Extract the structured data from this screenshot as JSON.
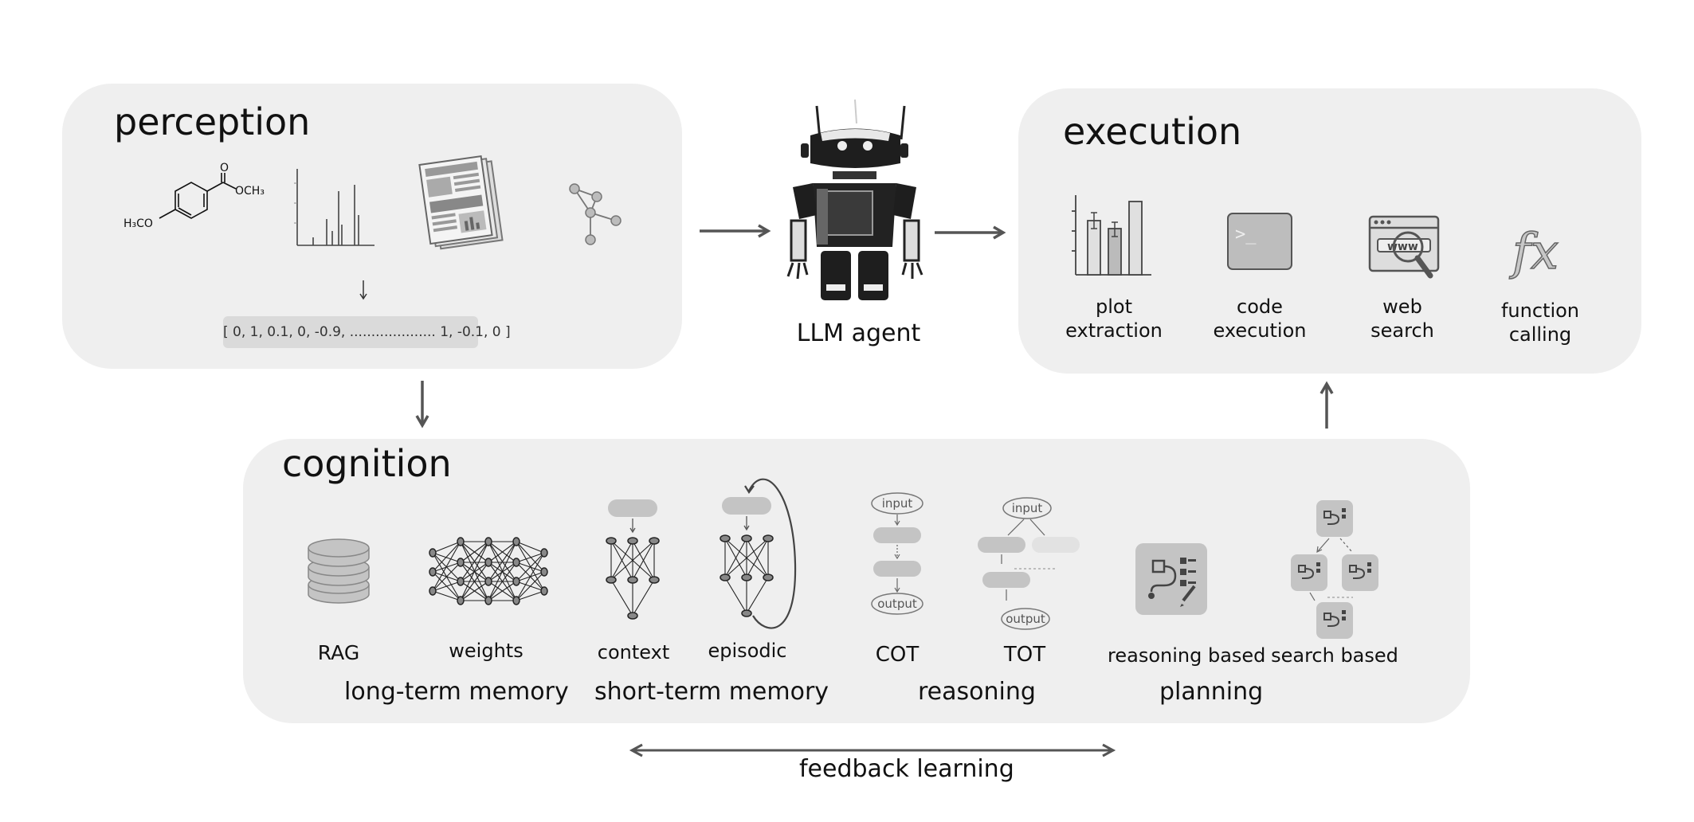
{
  "perception": {
    "title": "perception",
    "vector": "[ 0, 1, 0.1, 0, -0.9, .................... 1, -0.1, 0 ]",
    "molecule": {
      "left": "H₃CO",
      "right": "OCH₃",
      "oxygen": "O"
    }
  },
  "agent": {
    "label": "LLM agent"
  },
  "execution": {
    "title": "execution",
    "items": [
      {
        "line1": "plot",
        "line2": "extraction"
      },
      {
        "line1": "code",
        "line2": "execution"
      },
      {
        "line1": "web",
        "line2": "search"
      },
      {
        "line1": "function",
        "line2": "calling"
      }
    ],
    "terminal_prompt": ">_",
    "web_text": "www",
    "fx_text": "fx"
  },
  "cognition": {
    "title": "cognition",
    "items": {
      "rag": "RAG",
      "weights": "weights",
      "context": "context",
      "episodic": "episodic",
      "cot": "COT",
      "tot": "TOT",
      "reasoning_based": "reasoning based",
      "search_based": "search based"
    },
    "groups": {
      "long_term": "long-term memory",
      "short_term": "short-term memory",
      "reasoning": "reasoning",
      "planning": "planning"
    },
    "flow": {
      "input": "input",
      "output": "output"
    }
  },
  "feedback": {
    "label": "feedback learning"
  },
  "colors": {
    "panel": "#efefef",
    "arrow": "#555555",
    "icon_gray": "#c4c4c4",
    "dark": "#222222"
  }
}
